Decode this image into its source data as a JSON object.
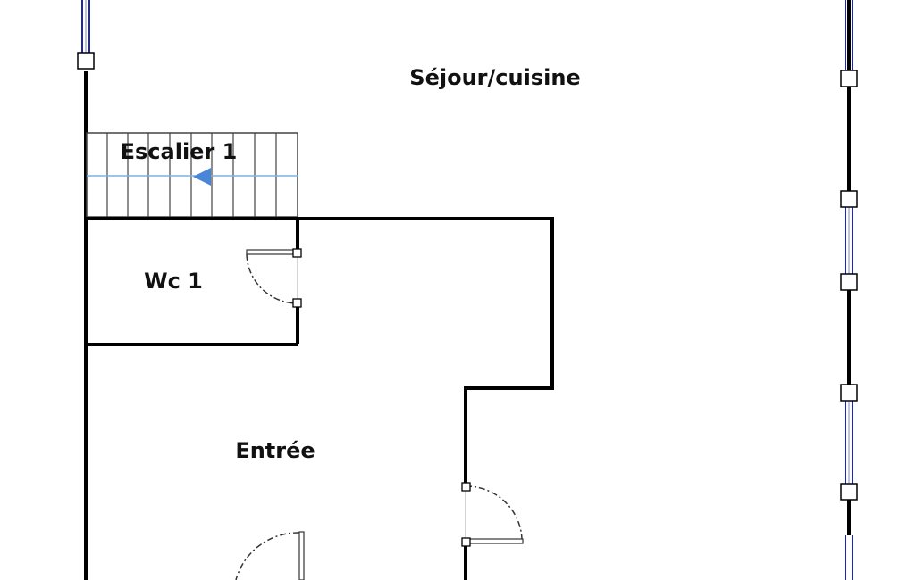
{
  "plan": {
    "rooms": [
      {
        "id": "sejour",
        "label": "Séjour/cuisine"
      },
      {
        "id": "escalier",
        "label": "Escalier 1"
      },
      {
        "id": "wc",
        "label": "Wc 1"
      },
      {
        "id": "entree",
        "label": "Entrée"
      }
    ],
    "colors": {
      "wall": "#000000",
      "window": "#1f2aa0",
      "stair_arrow": "#4a86d6",
      "stair_line": "#7fb0e0",
      "door": "#333333"
    }
  }
}
